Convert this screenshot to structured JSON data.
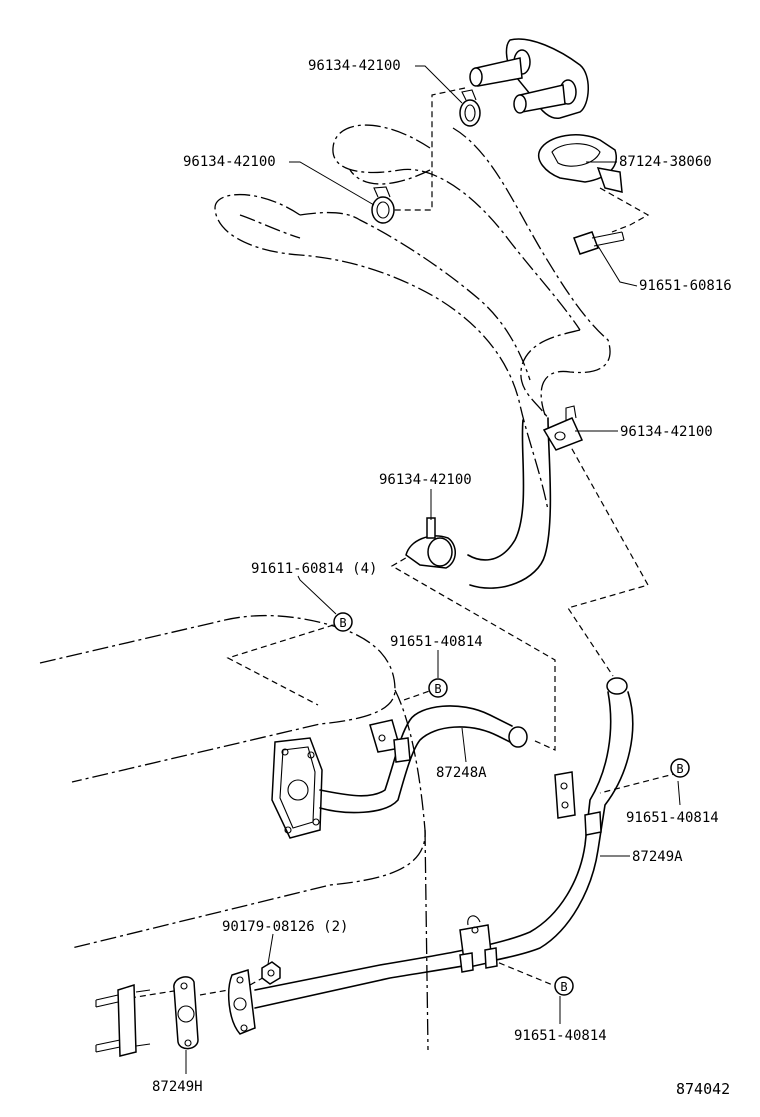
{
  "labels": {
    "clamp_top": "96134-42100",
    "clamp_upper": "96134-42100",
    "bracket": "87124-38060",
    "bolt": "91651-60816",
    "clamp_right": "96134-42100",
    "clamp_lower": "96134-42100",
    "screw_4": "91611-60814 (4)",
    "bolt_b1": "91651-40814",
    "pipe_a": "87248A",
    "bolt_b2": "91651-40814",
    "pipe_b": "87249A",
    "nut_2": "90179-08126 (2)",
    "bolt_b3": "91651-40814",
    "gasket": "87249H",
    "figure": "874042"
  },
  "markers": {
    "ref": "B"
  }
}
